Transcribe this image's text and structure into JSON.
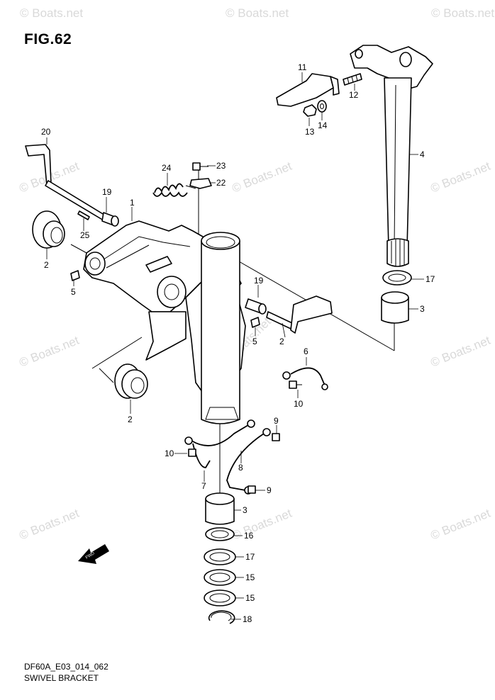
{
  "figure_label": "FIG.62",
  "drawing_code": "DF60A_E03_014_062",
  "assembly_name": "SWIVEL BRACKET",
  "watermark": "© Boats.net",
  "fwd_arrow_label": "FWD",
  "callouts": {
    "c1": "1",
    "c2a": "2",
    "c2b": "2",
    "c2c": "2",
    "c3a": "3",
    "c3b": "3",
    "c4": "4",
    "c5a": "5",
    "c5b": "5",
    "c6": "6",
    "c7": "7",
    "c8": "8",
    "c9a": "9",
    "c9b": "9",
    "c10a": "10",
    "c10b": "10",
    "c11": "11",
    "c12": "12",
    "c13": "13",
    "c14": "14",
    "c15a": "15",
    "c15b": "15",
    "c16": "16",
    "c17a": "17",
    "c17b": "17",
    "c18": "18",
    "c19a": "19",
    "c19b": "19",
    "c20": "20",
    "c22": "22",
    "c23": "23",
    "c24": "24",
    "c25": "25"
  }
}
